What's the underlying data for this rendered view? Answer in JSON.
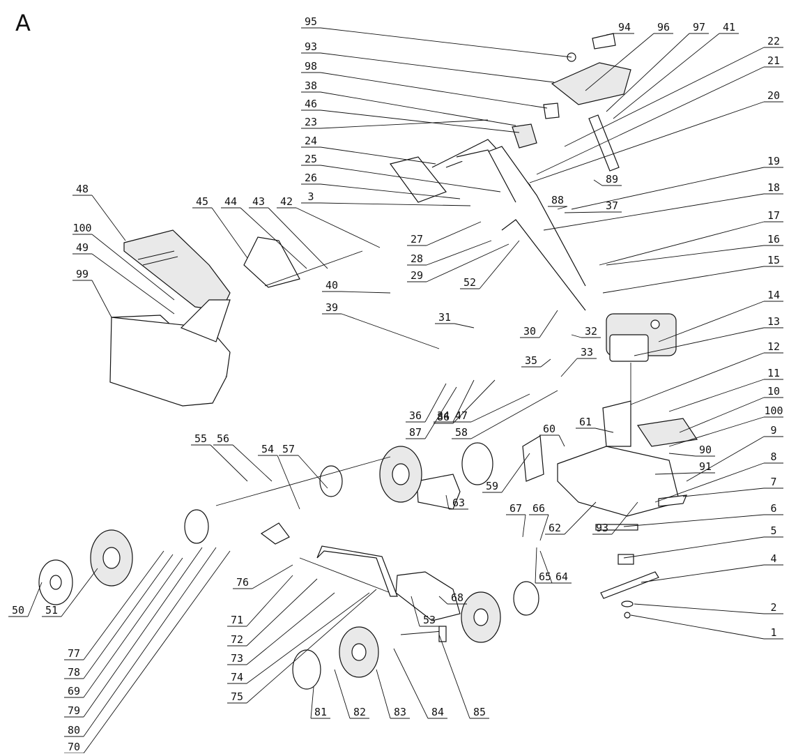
{
  "figure_label": "A",
  "callouts": [
    {
      "label": "95"
    },
    {
      "label": "93"
    },
    {
      "label": "98"
    },
    {
      "label": "38"
    },
    {
      "label": "46"
    },
    {
      "label": "23"
    },
    {
      "label": "24"
    },
    {
      "label": "25"
    },
    {
      "label": "26"
    },
    {
      "label": "3"
    },
    {
      "label": "27"
    },
    {
      "label": "28"
    },
    {
      "label": "29"
    },
    {
      "label": "52"
    },
    {
      "label": "94"
    },
    {
      "label": "96"
    },
    {
      "label": "97"
    },
    {
      "label": "41"
    },
    {
      "label": "22"
    },
    {
      "label": "21"
    },
    {
      "label": "20"
    },
    {
      "label": "19"
    },
    {
      "label": "18"
    },
    {
      "label": "17"
    },
    {
      "label": "16"
    },
    {
      "label": "15"
    },
    {
      "label": "14"
    },
    {
      "label": "13"
    },
    {
      "label": "12"
    },
    {
      "label": "11"
    },
    {
      "label": "10"
    },
    {
      "label": "100"
    },
    {
      "label": "9"
    },
    {
      "label": "8"
    },
    {
      "label": "7"
    },
    {
      "label": "6"
    },
    {
      "label": "5"
    },
    {
      "label": "4"
    },
    {
      "label": "2"
    },
    {
      "label": "1"
    },
    {
      "label": "89"
    },
    {
      "label": "88"
    },
    {
      "label": "37"
    },
    {
      "label": "48"
    },
    {
      "label": "100"
    },
    {
      "label": "49"
    },
    {
      "label": "99"
    },
    {
      "label": "45"
    },
    {
      "label": "44"
    },
    {
      "label": "43"
    },
    {
      "label": "42"
    },
    {
      "label": "40"
    },
    {
      "label": "39"
    },
    {
      "label": "31"
    },
    {
      "label": "30"
    },
    {
      "label": "32"
    },
    {
      "label": "35"
    },
    {
      "label": "33"
    },
    {
      "label": "36"
    },
    {
      "label": "87"
    },
    {
      "label": "34"
    },
    {
      "label": "86"
    },
    {
      "label": "47"
    },
    {
      "label": "58"
    },
    {
      "label": "60"
    },
    {
      "label": "61"
    },
    {
      "label": "90"
    },
    {
      "label": "91"
    },
    {
      "label": "55"
    },
    {
      "label": "56"
    },
    {
      "label": "54"
    },
    {
      "label": "57"
    },
    {
      "label": "63"
    },
    {
      "label": "59"
    },
    {
      "label": "67"
    },
    {
      "label": "66"
    },
    {
      "label": "62"
    },
    {
      "label": "93"
    },
    {
      "label": "76"
    },
    {
      "label": "65"
    },
    {
      "label": "64"
    },
    {
      "label": "68"
    },
    {
      "label": "53"
    },
    {
      "label": "50"
    },
    {
      "label": "51"
    },
    {
      "label": "77"
    },
    {
      "label": "78"
    },
    {
      "label": "69"
    },
    {
      "label": "79"
    },
    {
      "label": "80"
    },
    {
      "label": "70"
    },
    {
      "label": "71"
    },
    {
      "label": "72"
    },
    {
      "label": "73"
    },
    {
      "label": "74"
    },
    {
      "label": "75"
    },
    {
      "label": "81"
    },
    {
      "label": "82"
    },
    {
      "label": "83"
    },
    {
      "label": "84"
    },
    {
      "label": "85"
    }
  ]
}
